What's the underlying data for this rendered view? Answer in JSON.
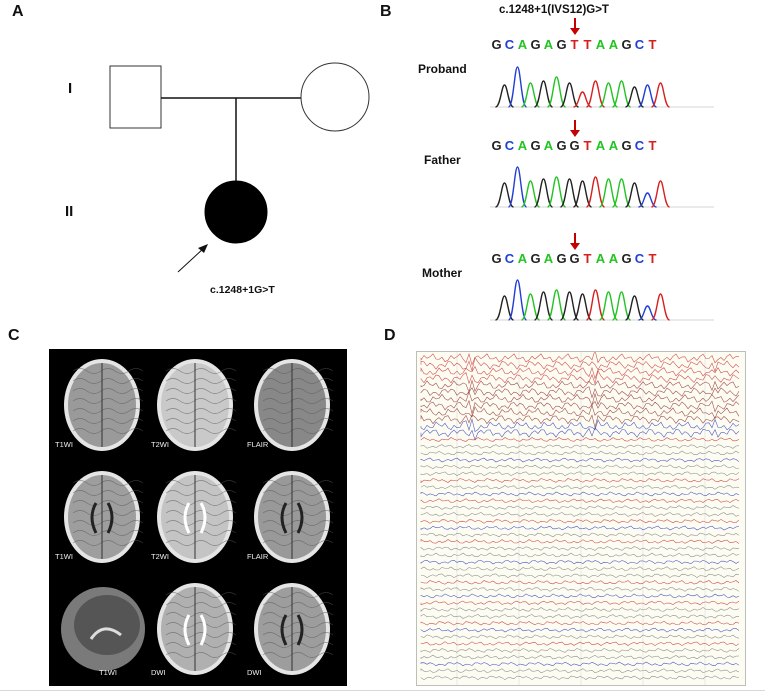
{
  "panels": {
    "a": "A",
    "b": "B",
    "c": "C",
    "d": "D"
  },
  "pedigree": {
    "generations": [
      "I",
      "II"
    ],
    "proband_variant": "c.1248+1G>T"
  },
  "sequencing": {
    "title": "c.1248+1(IVS12)G>T",
    "rows": [
      {
        "label": "Proband",
        "bases": [
          "G",
          "C",
          "A",
          "G",
          "A",
          "G",
          "T",
          "T",
          "A",
          "A",
          "G",
          "C",
          "T"
        ]
      },
      {
        "label": "Father",
        "bases": [
          "G",
          "C",
          "A",
          "G",
          "A",
          "G",
          "G",
          "T",
          "A",
          "A",
          "G",
          "C",
          "T"
        ]
      },
      {
        "label": "Mother",
        "bases": [
          "G",
          "C",
          "A",
          "G",
          "A",
          "G",
          "G",
          "T",
          "A",
          "A",
          "G",
          "C",
          "T"
        ]
      }
    ],
    "base_colors": {
      "G": "#222222",
      "C": "#1f3fd6",
      "A": "#22c422",
      "T": "#d62020"
    }
  },
  "mri": {
    "labels": [
      "T1WI",
      "T2WI",
      "FLAIR",
      "T1WI",
      "T2WI",
      "FLAIR",
      "T1WI",
      "DWI",
      "DWI"
    ]
  },
  "eeg": {
    "trace_colors": [
      "#c62424",
      "#8b2020",
      "#2233bb",
      "#777777"
    ]
  }
}
